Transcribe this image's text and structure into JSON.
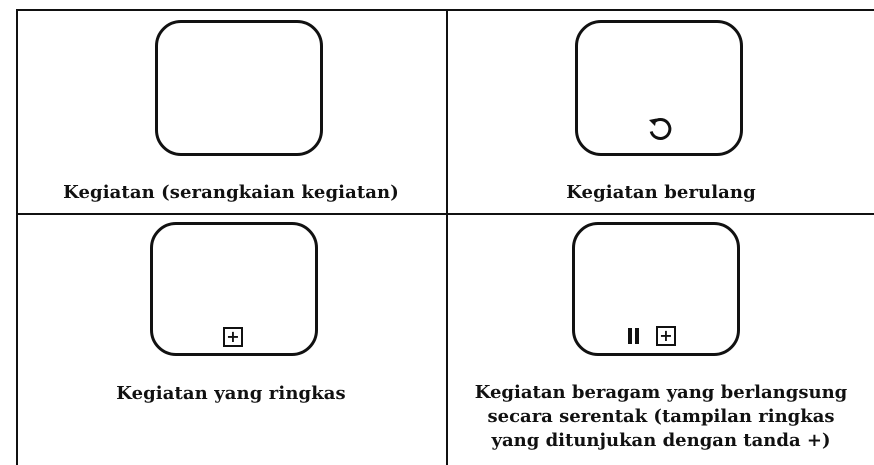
{
  "cells": [
    {
      "caption": "Kegiatan (serangkaian kegiatan)",
      "marker": "none"
    },
    {
      "caption": "Kegiatan berulang",
      "marker": "loop-icon"
    },
    {
      "caption": "Kegiatan yang ringkas",
      "marker": "plus-marker",
      "marker_text": "+"
    },
    {
      "caption_lines": [
        "Kegiatan beragam yang berlangsung",
        "secara serentak (tampilan ringkas",
        "yang ditunjukan dengan tanda +)"
      ],
      "marker": "parallel-plus-marker",
      "marker_text": "+"
    }
  ]
}
